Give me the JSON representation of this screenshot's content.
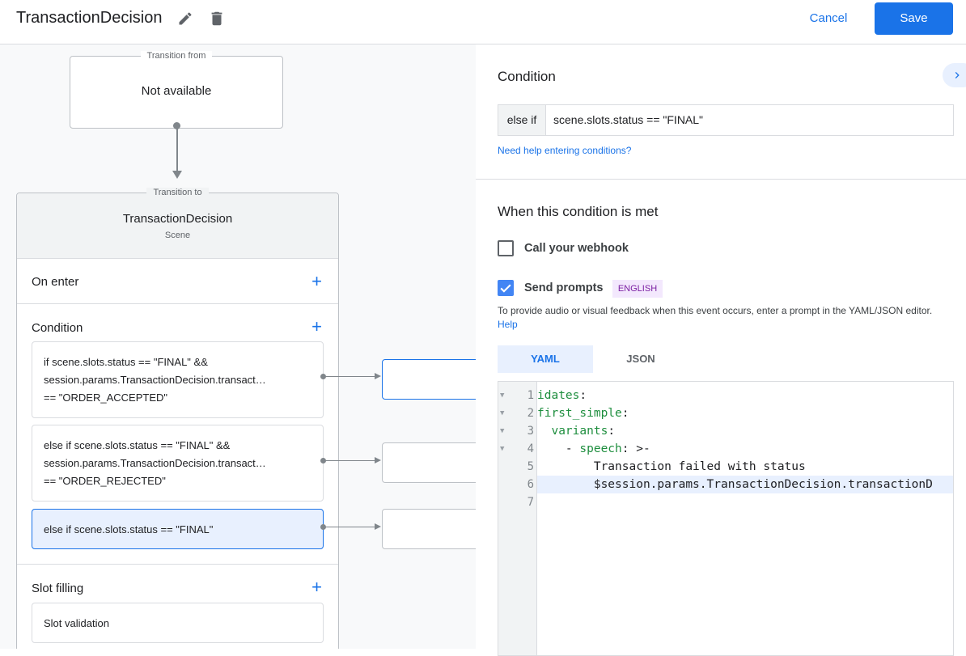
{
  "header": {
    "title": "TransactionDecision",
    "cancel_label": "Cancel",
    "save_label": "Save"
  },
  "canvas": {
    "transition_from": {
      "legend": "Transition from",
      "value": "Not available"
    },
    "transition_to": {
      "legend": "Transition to",
      "scene_name": "TransactionDecision",
      "scene_type": "Scene"
    },
    "on_enter": {
      "label": "On enter"
    },
    "condition": {
      "label": "Condition",
      "items": [
        {
          "line1": "if scene.slots.status == \"FINAL\" &&",
          "line2": "session.params.TransactionDecision.transact…",
          "line3": "== \"ORDER_ACCEPTED\""
        },
        {
          "line1": "else if scene.slots.status == \"FINAL\" &&",
          "line2": "session.params.TransactionDecision.transact…",
          "line3": "== \"ORDER_REJECTED\""
        },
        {
          "line1": "else if scene.slots.status == \"FINAL\""
        }
      ]
    },
    "slot_filling": {
      "label": "Slot filling",
      "slot_validation": "Slot validation"
    }
  },
  "panel": {
    "condition_title": "Condition",
    "condition_prefix": "else if",
    "condition_value": "scene.slots.status == \"FINAL\"",
    "help_link": "Need help entering conditions?",
    "met_title": "When this condition is met",
    "webhook": {
      "label": "Call your webhook",
      "checked": false
    },
    "prompts": {
      "label": "Send prompts",
      "checked": true,
      "badge": "ENGLISH"
    },
    "helper_text": "To provide audio or visual feedback when this event occurs, enter a prompt in the YAML/JSON editor.",
    "helper_link": "Help",
    "tabs": [
      {
        "label": "YAML",
        "active": true
      },
      {
        "label": "JSON",
        "active": false
      }
    ],
    "editor": {
      "lines": [
        {
          "n": "1",
          "key": "idates",
          "rest": ":"
        },
        {
          "n": "2",
          "key": "first_simple",
          "rest": ":"
        },
        {
          "n": "3",
          "indent": "  ",
          "key": "variants",
          "rest": ":"
        },
        {
          "n": "4",
          "indent": "    - ",
          "key": "speech",
          "rest": ": >-"
        },
        {
          "n": "5",
          "indent": "        ",
          "text": "Transaction failed with status"
        },
        {
          "n": "6",
          "indent": "        ",
          "text": "$session.params.TransactionDecision.transactionD"
        },
        {
          "n": "7"
        }
      ]
    }
  },
  "colors": {
    "accent": "#1a73e8",
    "selected_bg": "#e8f0fe",
    "yaml_key": "#1e8e3e",
    "badge_bg": "#f3e8fd",
    "badge_text": "#7b1fa2"
  }
}
